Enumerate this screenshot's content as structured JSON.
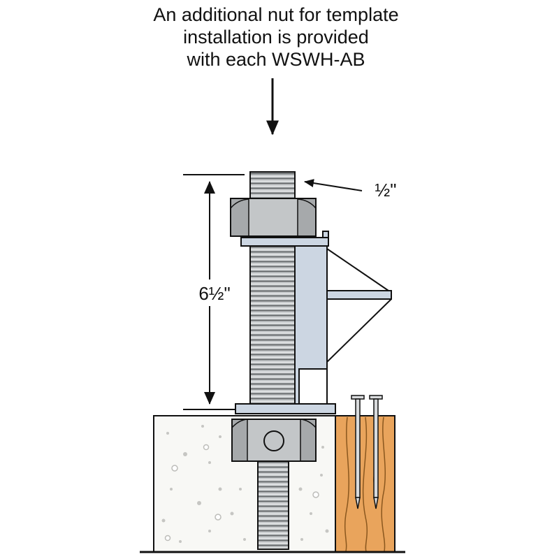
{
  "caption": {
    "line1": "An additional nut for template",
    "line2": "installation is provided",
    "line3": "with each WSWH-AB"
  },
  "labels": {
    "rod_diameter": "½\"",
    "embed_height": "6½\""
  },
  "colors": {
    "line": "#111111",
    "bracket": "#ccd6e2",
    "metal": "#c3c6c8",
    "metal_shadow": "#a6a9ab",
    "thread_bg": "#cbced0",
    "thread_line": "#66696b",
    "concrete": "#f8f8f5",
    "speckle": "#c6c6c3",
    "wood": "#e9a45c",
    "wood_grain": "#8a571e",
    "nail": "#d9dbdd"
  }
}
